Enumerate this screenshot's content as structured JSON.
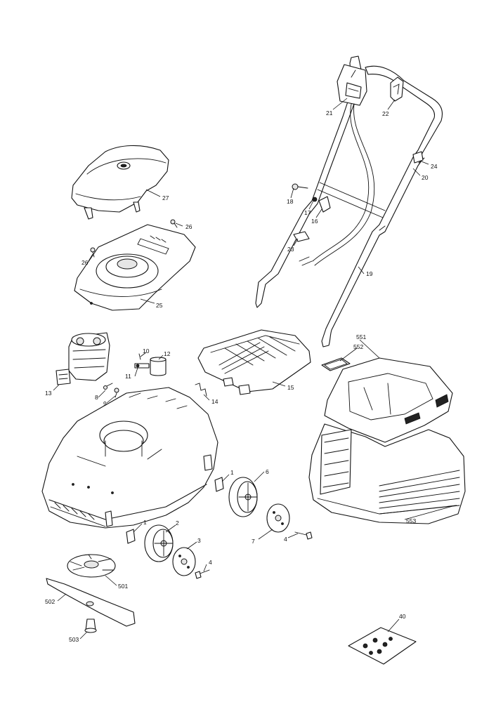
{
  "labels": {
    "p1": "1",
    "p2": "2",
    "p3": "3",
    "p4": "4",
    "p6": "6",
    "p7": "7",
    "p8": "8",
    "p9": "9",
    "p10": "10",
    "p11": "11",
    "p12": "12",
    "p13": "13",
    "p14": "14",
    "p15": "15",
    "p16": "16",
    "p17": "17",
    "p18": "18",
    "p19": "19",
    "p20": "20",
    "p21": "21",
    "p22": "22",
    "p23": "23",
    "p24": "24",
    "p25": "25",
    "p26": "26",
    "p27": "27",
    "p40": "40",
    "p501": "501",
    "p502": "502",
    "p503": "503",
    "p551": "551",
    "p552": "552",
    "p553": "553"
  },
  "colors": {
    "line": "#111111",
    "background": "#ffffff",
    "shade": "#e6e6e6"
  }
}
